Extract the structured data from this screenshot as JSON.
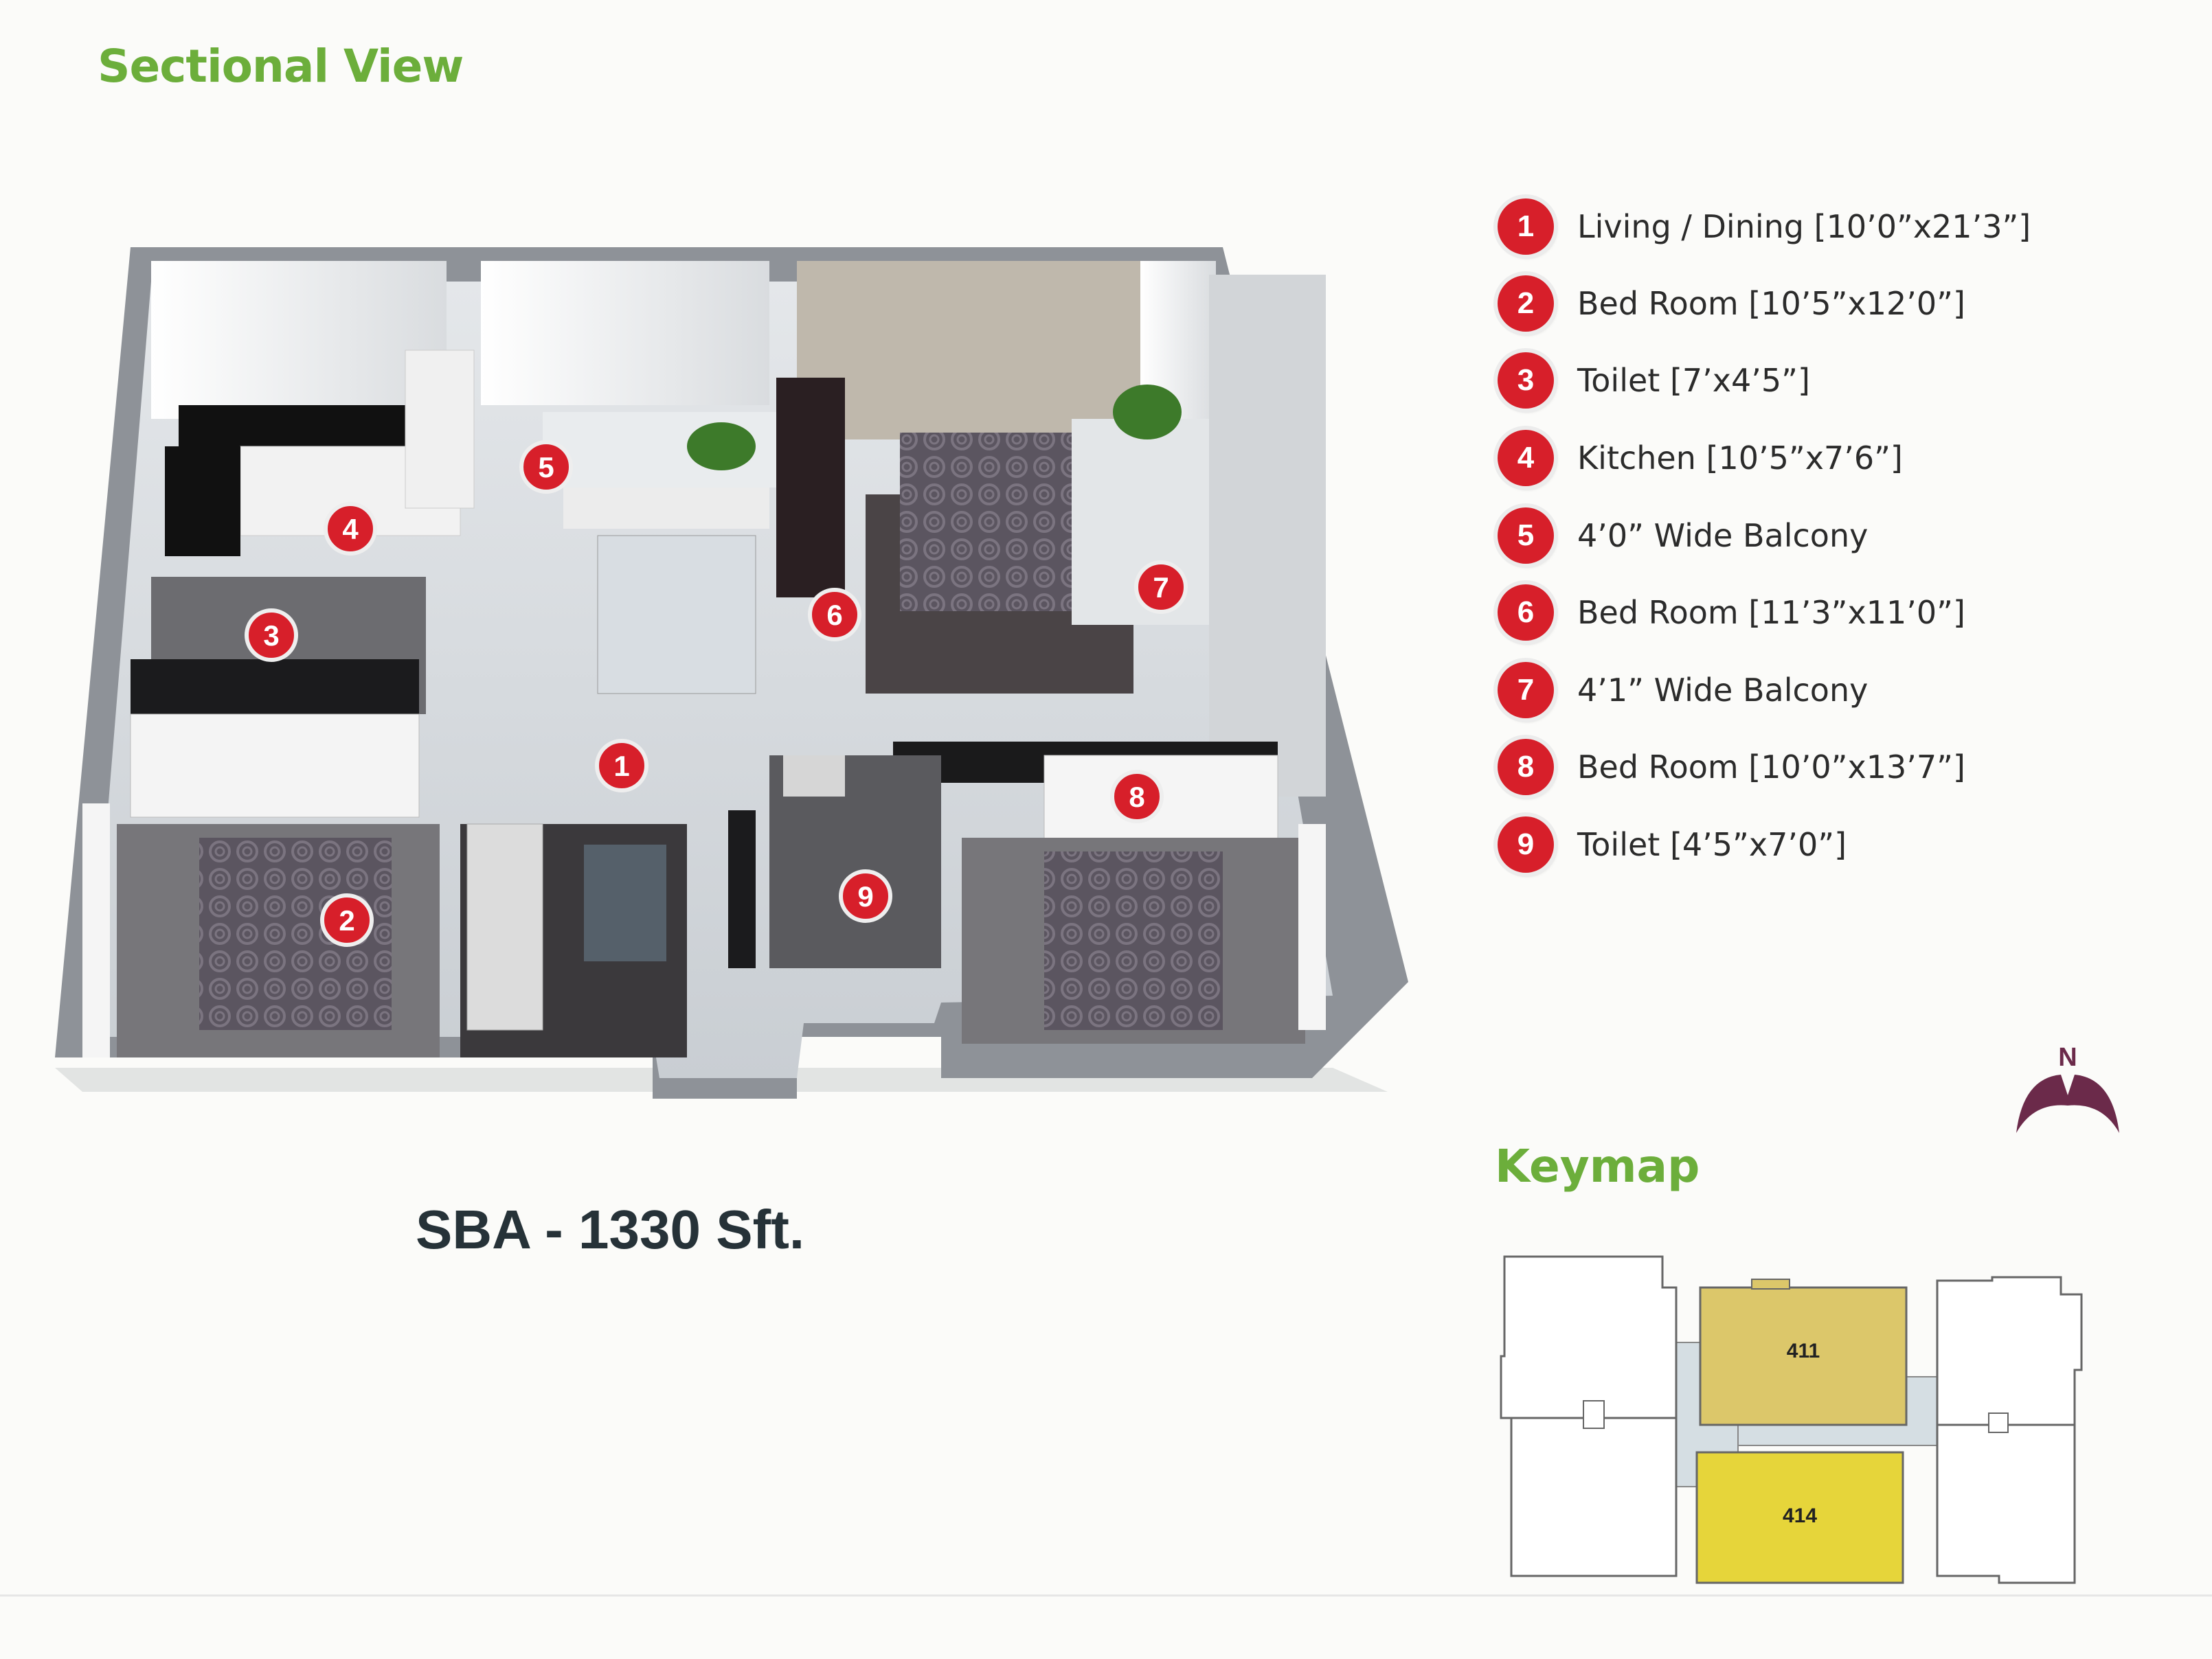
{
  "heading": "Sectional View",
  "area_label": "SBA - 1330 Sft.",
  "rooms": [
    {
      "number": "1",
      "label": "Living / Dining [10’0”x21’3”]"
    },
    {
      "number": "2",
      "label": "Bed Room [10’5”x12’0”]"
    },
    {
      "number": "3",
      "label": "Toilet [7’x4’5”]"
    },
    {
      "number": "4",
      "label": "Kitchen [10’5”x7’6”]"
    },
    {
      "number": "5",
      "label": "4’0” Wide Balcony"
    },
    {
      "number": "6",
      "label": "Bed Room [11’3”x11’0”]"
    },
    {
      "number": "7",
      "label": "4’1” Wide Balcony"
    },
    {
      "number": "8",
      "label": "Bed Room [10’0”x13’7”]"
    },
    {
      "number": "9",
      "label": "Toilet [4’5”x7’0”]"
    }
  ],
  "north_label": "N",
  "keymap": {
    "title": "Keymap",
    "units": [
      {
        "label": "411",
        "color": "#dcc76a"
      },
      {
        "label": "414",
        "color": "#e6d53a"
      }
    ],
    "corridor_color": "#d5dee3"
  },
  "colors": {
    "heading": "#6cae3b",
    "marker": "#d71f2a",
    "north_symbol": "#6b2a4a"
  },
  "icons": [
    "north-arrow-icon"
  ]
}
